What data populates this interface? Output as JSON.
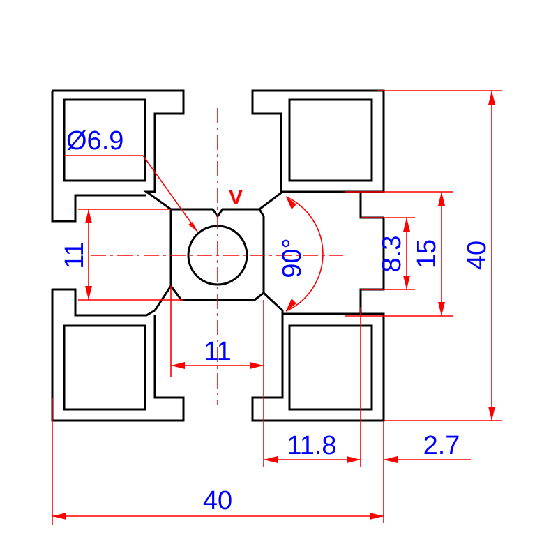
{
  "drawing": {
    "colors": {
      "profile": "#000000",
      "dimension": "#ff0000",
      "text": "#0000ff"
    },
    "dimensions": {
      "hole_diameter": "Ø6.9",
      "slot_width_left": "11",
      "center_width": "11",
      "groove_angle": "90°",
      "slot_opening": "8.3",
      "slot_inner": "15",
      "total_height": "40",
      "total_width": "40",
      "cavity_width": "11.8",
      "wall_thickness": "2.7"
    },
    "marks": {
      "v_notch": "V"
    }
  }
}
